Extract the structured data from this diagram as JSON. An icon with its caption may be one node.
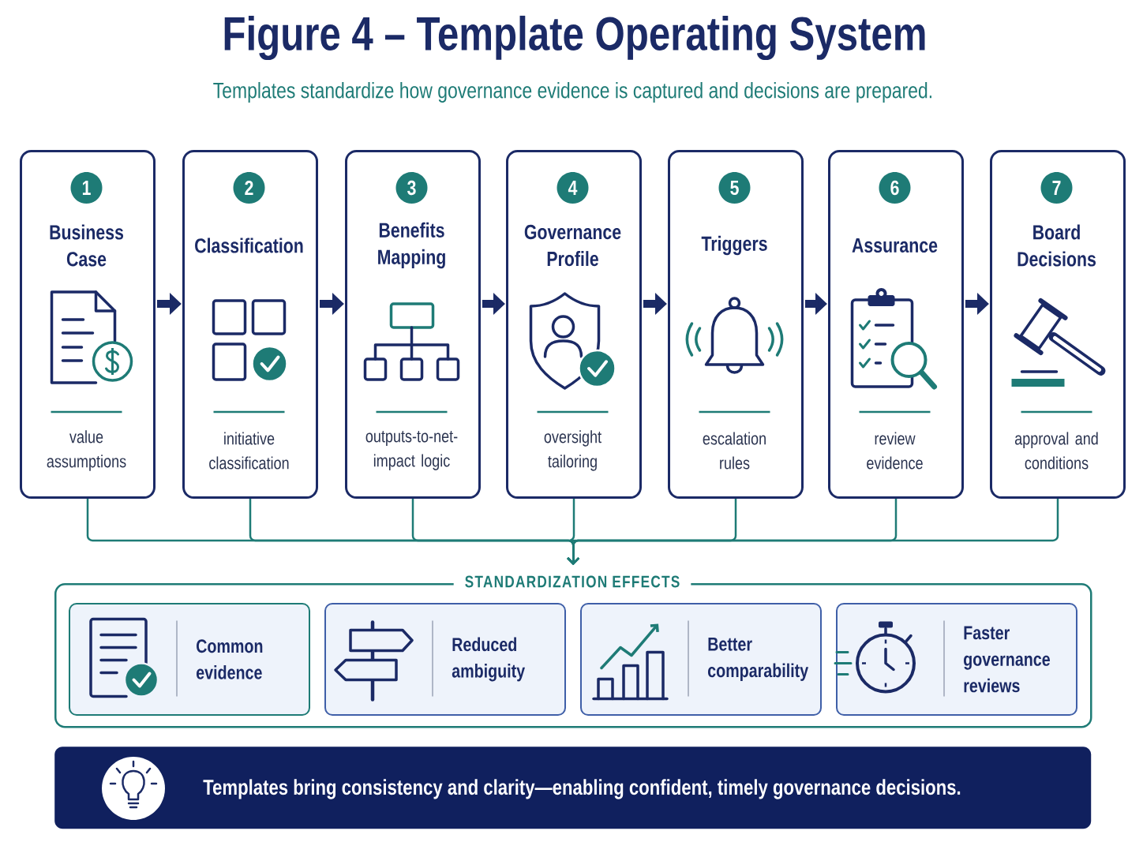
{
  "diagram": {
    "title": "Figure 4 – Template Operating System",
    "caption": "Templates standardize how governance evidence is captured and decisions are prepared.",
    "nodes": [
      {
        "text": [
          "1",
          "Business Case",
          "value assumptions"
        ]
      },
      {
        "text": [
          "2",
          "Classification",
          "initiative classification"
        ]
      },
      {
        "text": [
          "3",
          "Benefits Mapping",
          "outputs-to-net-impact logic"
        ]
      },
      {
        "text": [
          "4",
          "Governance Profile",
          "oversight tailoring"
        ]
      },
      {
        "text": [
          "5",
          "Triggers",
          "escalation rules"
        ]
      },
      {
        "text": [
          "6",
          "Assurance",
          "review evidence"
        ]
      },
      {
        "text": [
          "7",
          "Board Decisions",
          "approval and conditions"
        ]
      },
      {
        "text": [
          "STANDARDIZATION EFFECTS"
        ]
      },
      {
        "text": [
          "Common evidence"
        ],
        "in": 7
      },
      {
        "text": [
          "Reduced ambiguity"
        ],
        "in": 7
      },
      {
        "text": [
          "Better comparability"
        ],
        "in": 7
      },
      {
        "text": [
          "Faster governance reviews"
        ],
        "in": 7
      },
      {
        "text": [
          "Templates bring consistency and clarity—enabling confident, timely governance decisions."
        ]
      }
    ],
    "edges": [
      {
        "from": 0,
        "to": 1,
        "arrow": "to",
        "style": "thick",
        "color": "#1b2a66"
      },
      {
        "from": 1,
        "to": 2,
        "arrow": "to",
        "style": "thick",
        "color": "#1b2a66"
      },
      {
        "from": 2,
        "to": 3,
        "arrow": "to",
        "style": "thick",
        "color": "#1b2a66"
      },
      {
        "from": 3,
        "to": 4,
        "arrow": "to",
        "style": "thick",
        "color": "#1b2a66"
      },
      {
        "from": 4,
        "to": 5,
        "arrow": "to",
        "style": "thick",
        "color": "#1b2a66"
      },
      {
        "from": 5,
        "to": 6,
        "arrow": "to",
        "style": "thick",
        "color": "#1b2a66"
      },
      {
        "from": 0,
        "to": 7,
        "arrow": "to"
      },
      {
        "from": 1,
        "to": 7,
        "arrow": "to"
      },
      {
        "from": 2,
        "to": 7,
        "arrow": "to"
      },
      {
        "from": 3,
        "to": 7,
        "arrow": "to"
      },
      {
        "from": 4,
        "to": 7,
        "arrow": "to"
      },
      {
        "from": 5,
        "to": 7,
        "arrow": "to"
      },
      {
        "from": 6,
        "to": 7,
        "arrow": "to"
      }
    ]
  }
}
